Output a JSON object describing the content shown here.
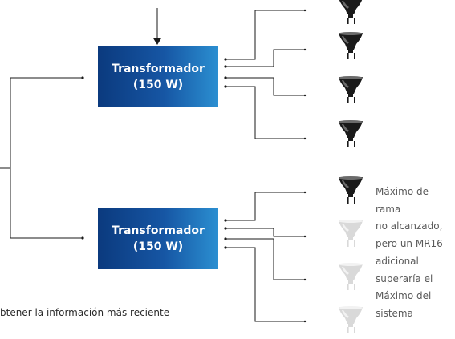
{
  "transformers": [
    {
      "name": "Transformador",
      "rating": "(150 W)"
    },
    {
      "name": "Transformador",
      "rating": "(150 W)"
    }
  ],
  "lamps": {
    "active_color": "#1a1a1a",
    "inactive_color": "#d9d9d9",
    "group1": [
      "active",
      "active",
      "active",
      "active"
    ],
    "group2": [
      "active",
      "inactive",
      "inactive",
      "inactive"
    ]
  },
  "note_lines": [
    "Máximo de",
    "rama",
    "no alcanzado,",
    "pero un MR16",
    "adicional",
    "superaría el",
    "Máximo del",
    "sistema"
  ],
  "footer_text": "btener la información más reciente"
}
